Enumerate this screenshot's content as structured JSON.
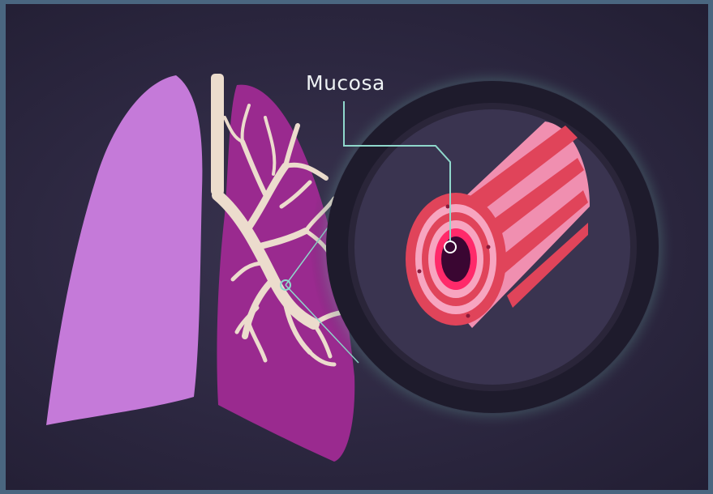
{
  "figure": {
    "callout_label": "Mucosa"
  },
  "colors": {
    "background": "#2c2740",
    "frame": "#4a6680",
    "lung_left": "#c57ad9",
    "lung_right": "#9a2a8f",
    "bronchial_tree": "#ecdccd",
    "tube_pink": "#f08fb0",
    "tube_red": "#e0445a",
    "lumen": "#3a0632",
    "callout_line": "#8fd8cc"
  },
  "icons": [
    "lungs-illustration",
    "bronchial-tree",
    "airway-cross-section",
    "magnifier-circle"
  ]
}
